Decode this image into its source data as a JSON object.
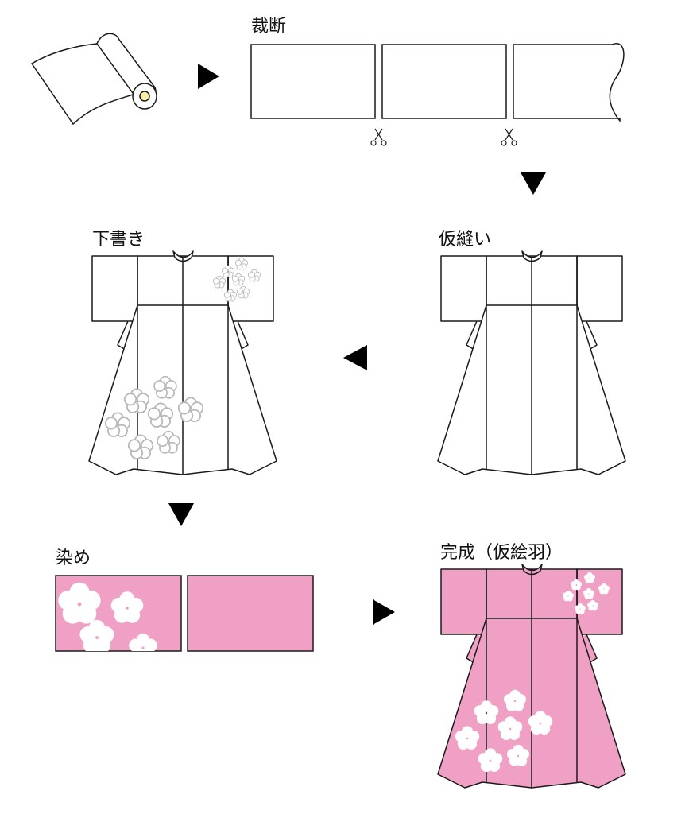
{
  "steps": [
    {
      "id": "cutting",
      "label": "裁断"
    },
    {
      "id": "basting",
      "label": "仮縫い"
    },
    {
      "id": "sketch",
      "label": "下書き"
    },
    {
      "id": "dyeing",
      "label": "染め"
    },
    {
      "id": "finished",
      "label": "完成（仮絵羽）"
    }
  ],
  "colors": {
    "line": "#1a1a1a",
    "pink": "#f0a0c4",
    "sketch_flower": "#b8b8b8",
    "roll_core": "#f6f0a0"
  }
}
